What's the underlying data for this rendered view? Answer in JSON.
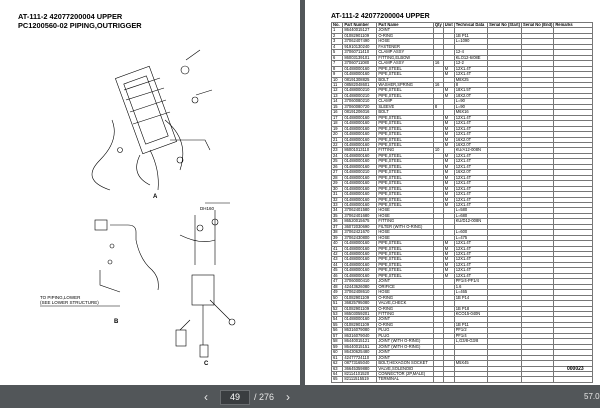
{
  "viewer": {
    "current_page": "49",
    "total_pages": "/ 276",
    "zoom": "57.0",
    "prev_label": "‹",
    "next_label": "›"
  },
  "left_page": {
    "title_line1": "AT-111-2 42077200004 UPPER",
    "title_line2": "PC1200560-02 PIPING,OUTRIGGER",
    "section_a": "A",
    "section_b": "B",
    "section_c": "C",
    "note_line1": "TO PIPING,LOWER",
    "note_line2": "(SEE LOWER STRUCTURE)",
    "detail_label": "DH160"
  },
  "right_page": {
    "title": "AT-111-2 42077200004 UPPER",
    "footer_code": "000023",
    "columns": [
      "No.",
      "Part Number",
      "Part Name",
      "Qty",
      "Unit",
      "Technical Data",
      "Serial No (Start)",
      "Serial No (End)",
      "Remarks"
    ],
    "rows": [
      [
        "1",
        "86440015127",
        "JOINT",
        "",
        "",
        "",
        "",
        "",
        ""
      ],
      [
        "2",
        "01082901109",
        "O-RING",
        "",
        "",
        "1B P11",
        "",
        "",
        ""
      ],
      [
        "3",
        "37062407490",
        "HOSE",
        "",
        "",
        "L=1090",
        "",
        "",
        ""
      ],
      [
        "4",
        "91910130240",
        "FASTENER",
        "",
        "",
        "",
        "",
        "",
        ""
      ],
      [
        "5",
        "37060711410",
        "CLAMP ASSY",
        "",
        "",
        "12-4",
        "",
        "",
        ""
      ],
      [
        "6",
        "86003139101",
        "FITTING,ELBOW",
        "",
        "",
        "KLO12-6/08E",
        "",
        "",
        ""
      ],
      [
        "7",
        "37060711080",
        "CLAMP ASSY",
        "16",
        "",
        "12-2",
        "",
        "",
        ""
      ],
      [
        "8",
        "01488000160",
        "PIPE,STEEL",
        "",
        "M",
        "12X1.4T",
        "",
        "",
        ""
      ],
      [
        "9",
        "01488000160",
        "PIPE,STEEL",
        "",
        "M",
        "12X1.4T",
        "",
        "",
        ""
      ],
      [
        "10",
        "08191308825",
        "BOLT",
        "",
        "",
        "M8X25",
        "",
        "",
        ""
      ],
      [
        "11",
        "08582048601",
        "WASHER,SPRING",
        "16",
        "",
        "8",
        "",
        "",
        ""
      ],
      [
        "12",
        "01488000210",
        "PIPE,STEEL",
        "",
        "M",
        "18X1.5T",
        "",
        "",
        ""
      ],
      [
        "13",
        "01488000210",
        "PIPE,STEEL",
        "",
        "M",
        "18X2.0T",
        "",
        "",
        ""
      ],
      [
        "14",
        "37060080210",
        "CLAMP",
        "",
        "",
        "L=90",
        "",
        "",
        ""
      ],
      [
        "15",
        "37060080720",
        "SLEEVE",
        "8",
        "",
        "L=90",
        "",
        "",
        ""
      ],
      [
        "16",
        "08191206016",
        "BOLT",
        "",
        "",
        "M6X16",
        "",
        "",
        ""
      ],
      [
        "17",
        "01488000160",
        "PIPE,STEEL",
        "",
        "M",
        "12X1.4T",
        "",
        "",
        ""
      ],
      [
        "18",
        "01488000160",
        "PIPE,STEEL",
        "",
        "M",
        "12X1.4T",
        "",
        "",
        ""
      ],
      [
        "19",
        "01488000160",
        "PIPE,STEEL",
        "",
        "M",
        "12X1.4T",
        "",
        "",
        ""
      ],
      [
        "20",
        "01488000160",
        "PIPE,STEEL",
        "",
        "M",
        "12X1.4T",
        "",
        "",
        ""
      ],
      [
        "21",
        "01488000160",
        "PIPE,STEEL",
        "",
        "M",
        "16X2.0T",
        "",
        "",
        ""
      ],
      [
        "22",
        "01488000160",
        "PIPE,STEEL",
        "",
        "M",
        "16X2.0T",
        "",
        "",
        ""
      ],
      [
        "23",
        "86001013110",
        "FITTING",
        "10",
        "",
        "KU/A12-008N",
        "",
        "",
        ""
      ],
      [
        "24",
        "01488000160",
        "PIPE,STEEL",
        "",
        "M",
        "12X1.4T",
        "",
        "",
        ""
      ],
      [
        "25",
        "01488000160",
        "PIPE,STEEL",
        "",
        "M",
        "12X1.4T",
        "",
        "",
        ""
      ],
      [
        "26",
        "01488000160",
        "PIPE,STEEL",
        "",
        "M",
        "12X1.4T",
        "",
        "",
        ""
      ],
      [
        "27",
        "01488000210",
        "PIPE,STEEL",
        "",
        "M",
        "16X2.0T",
        "",
        "",
        ""
      ],
      [
        "28",
        "01488000160",
        "PIPE,STEEL",
        "",
        "M",
        "12X1.4T",
        "",
        "",
        ""
      ],
      [
        "29",
        "01488000160",
        "PIPE,STEEL",
        "",
        "M",
        "12X1.4T",
        "",
        "",
        ""
      ],
      [
        "30",
        "01488000160",
        "PIPE,STEEL",
        "",
        "M",
        "12X1.4T",
        "",
        "",
        ""
      ],
      [
        "31",
        "01488000160",
        "PIPE,STEEL",
        "",
        "M",
        "12X1.4T",
        "",
        "",
        ""
      ],
      [
        "32",
        "01488000160",
        "PIPE,STEEL",
        "",
        "M",
        "12X1.4T",
        "",
        "",
        ""
      ],
      [
        "33",
        "01488000160",
        "PIPE,STEEL",
        "",
        "M",
        "12X1.4T",
        "",
        "",
        ""
      ],
      [
        "34",
        "37062401580",
        "HOSE",
        "",
        "",
        "L=580",
        "",
        "",
        ""
      ],
      [
        "35",
        "37062401680",
        "HOSE",
        "",
        "",
        "L=680",
        "",
        "",
        ""
      ],
      [
        "36",
        "86520015675",
        "FITTING",
        "",
        "",
        "KU/D12-008N",
        "",
        "",
        ""
      ],
      [
        "37",
        "36072030690",
        "FILTER (WITH O-RING)",
        "",
        "",
        "",
        "",
        "",
        ""
      ],
      [
        "38",
        "37062421670",
        "HOSE",
        "",
        "",
        "L=600",
        "",
        "",
        ""
      ],
      [
        "39",
        "37062430800",
        "HOSE",
        "",
        "",
        "L=475",
        "",
        "",
        ""
      ],
      [
        "40",
        "01488000160",
        "PIPE,STEEL",
        "",
        "M",
        "12X1.4T",
        "",
        "",
        ""
      ],
      [
        "41",
        "01488000160",
        "PIPE,STEEL",
        "",
        "M",
        "12X1.4T",
        "",
        "",
        ""
      ],
      [
        "42",
        "01488000160",
        "PIPE,STEEL",
        "",
        "M",
        "12X1.4T",
        "",
        "",
        ""
      ],
      [
        "43",
        "01488000160",
        "PIPE,STEEL",
        "",
        "M",
        "12X1.4T",
        "",
        "",
        ""
      ],
      [
        "44",
        "01488000160",
        "PIPE,STEEL",
        "",
        "M",
        "12X1.4T",
        "",
        "",
        ""
      ],
      [
        "45",
        "01488000160",
        "PIPE,STEEL",
        "",
        "M",
        "12X1.4T",
        "",
        "",
        ""
      ],
      [
        "46",
        "01488000160",
        "PIPE,STEEL",
        "",
        "M",
        "12X1.4T",
        "",
        "",
        ""
      ],
      [
        "47",
        "37060000410",
        "JOINT",
        "",
        "",
        "PF1/4-PF1/4",
        "",
        "",
        ""
      ],
      [
        "48",
        "42443626080",
        "ORIFICE",
        "",
        "",
        "1.6",
        "",
        "",
        ""
      ],
      [
        "49",
        "37062408610",
        "HOSE",
        "",
        "",
        "L=465",
        "",
        "",
        ""
      ],
      [
        "50",
        "01082901109",
        "O-RING",
        "",
        "",
        "1B P14",
        "",
        "",
        ""
      ],
      [
        "51",
        "36825795080",
        "VALVE,CHECK",
        "",
        "",
        "",
        "",
        "",
        ""
      ],
      [
        "52",
        "01082901109",
        "O-RING",
        "",
        "",
        "1B P18",
        "",
        "",
        ""
      ],
      [
        "53",
        "86503059201",
        "FITTING",
        "",
        "",
        "KCO15-040N",
        "",
        "",
        ""
      ],
      [
        "54",
        "01488000160",
        "JOINT",
        "",
        "",
        "",
        "",
        "",
        ""
      ],
      [
        "55",
        "01082901109",
        "O-RING",
        "",
        "",
        "1B P11",
        "",
        "",
        ""
      ],
      [
        "56",
        "86316079080",
        "PLUG",
        "",
        "",
        "PF1/2",
        "",
        "",
        ""
      ],
      [
        "57",
        "86316079040",
        "PLUG",
        "",
        "",
        "PF1/4",
        "",
        "",
        ""
      ],
      [
        "58",
        "86440015121",
        "JOINT (WITH O-RING)",
        "",
        "",
        "L,G3/8-G3/8",
        "",
        "",
        ""
      ],
      [
        "59",
        "86440015151",
        "JOINT (WITH O-RING)",
        "",
        "",
        "",
        "",
        "",
        ""
      ],
      [
        "60",
        "86430625480",
        "JOINT",
        "",
        "",
        "",
        "",
        "",
        ""
      ],
      [
        "61",
        "42477724110",
        "JOINT",
        "",
        "",
        "",
        "",
        "",
        ""
      ],
      [
        "62",
        "08773165040",
        "BOLT,HEXAGON SOCKET",
        "",
        "",
        "M5X45",
        "",
        "",
        ""
      ],
      [
        "63",
        "36645359880",
        "VALVE,SOLENOID",
        "",
        "",
        "",
        "",
        "",
        ""
      ],
      [
        "64",
        "82114101520",
        "CONNECTOR (2P,MALE)",
        "",
        "",
        "",
        "",
        "",
        ""
      ],
      [
        "65",
        "82111515519",
        "TERMINAL",
        "",
        "",
        "",
        "",
        "",
        ""
      ]
    ]
  }
}
